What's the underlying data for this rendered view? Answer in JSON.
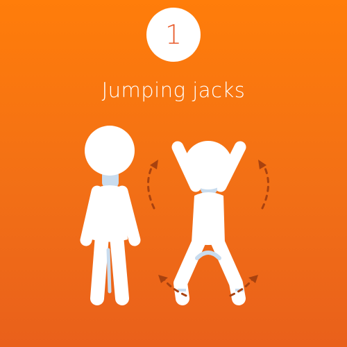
{
  "step": {
    "number": "1"
  },
  "exercise": {
    "title": "Jumping jacks"
  },
  "illustration": {
    "figures": [
      "standing-figure",
      "jumping-figure"
    ],
    "motion_icons": [
      "motion-arc-arrow"
    ]
  },
  "colors": {
    "background_top": "#ff7d0a",
    "background_bottom": "#e9601b",
    "figure": "#ffffff",
    "figure_shade": "#c9dcee",
    "accent_text": "#e85b2c",
    "motion_arrow": "#a8420f"
  }
}
